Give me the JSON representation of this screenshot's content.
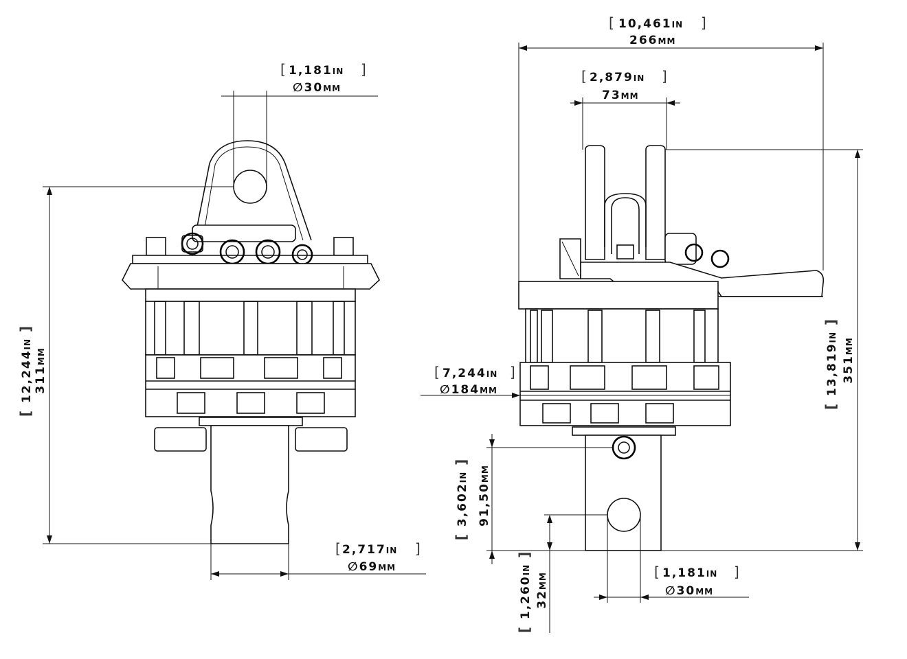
{
  "dimensions": {
    "left_pin_dia": {
      "imperial": "1,181",
      "imperial_unit": "IN",
      "metric_prefix": "∅",
      "metric": "30",
      "metric_unit": "MM"
    },
    "left_height": {
      "imperial": "12,244",
      "imperial_unit": "IN",
      "metric": "311",
      "metric_unit": "MM"
    },
    "left_shaft_dia": {
      "imperial": "2,717",
      "imperial_unit": "IN",
      "metric_prefix": "∅",
      "metric": "69",
      "metric_unit": "MM"
    },
    "total_width": {
      "imperial": "10,461",
      "imperial_unit": "IN",
      "metric": "266",
      "metric_unit": "MM"
    },
    "yoke_gap": {
      "imperial": "2,879",
      "imperial_unit": "IN",
      "metric": "73",
      "metric_unit": "MM"
    },
    "right_height": {
      "imperial": "13,819",
      "imperial_unit": "IN",
      "metric": "351",
      "metric_unit": "MM"
    },
    "body_dia": {
      "imperial": "7,244",
      "imperial_unit": "IN",
      "metric_prefix": "∅",
      "metric": "184",
      "metric_unit": "MM"
    },
    "shaft_length": {
      "imperial": "3,602",
      "imperial_unit": "IN",
      "metric": "91,50",
      "metric_unit": "MM"
    },
    "hole_offset": {
      "imperial": "1,260",
      "imperial_unit": "IN",
      "metric": "32",
      "metric_unit": "MM"
    },
    "right_hole_dia": {
      "imperial": "1,181",
      "imperial_unit": "IN",
      "metric_prefix": "∅",
      "metric": "30",
      "metric_unit": "MM"
    }
  }
}
